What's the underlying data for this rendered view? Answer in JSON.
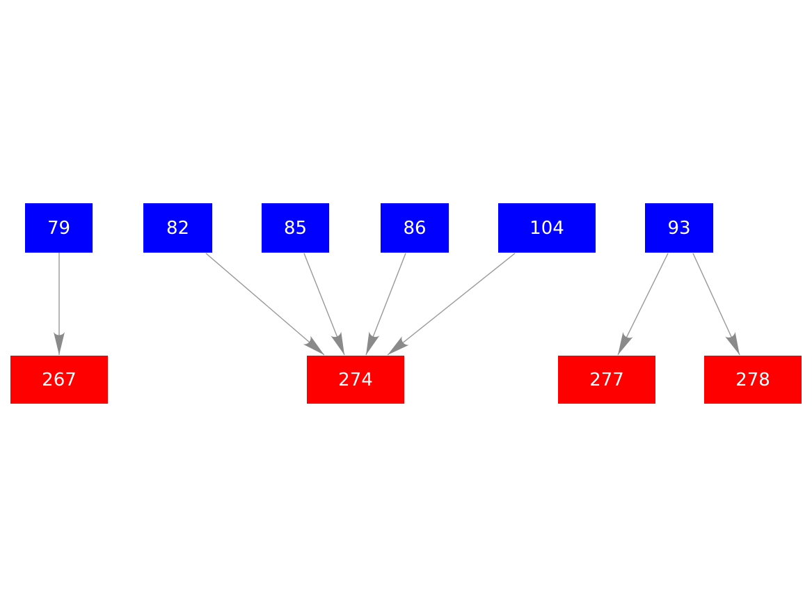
{
  "colors": {
    "background": "#ffffff",
    "source_node": "#0000ff",
    "target_node": "#ff0000",
    "node_text": "#ffffff",
    "edge_line": "#999999",
    "edge_head": "#8a8a8a"
  },
  "graph": {
    "type": "directed-bipartite-graph",
    "nodes": [
      {
        "id": "79",
        "label": "79",
        "role": "source",
        "color": "#0000ff"
      },
      {
        "id": "82",
        "label": "82",
        "role": "source",
        "color": "#0000ff"
      },
      {
        "id": "85",
        "label": "85",
        "role": "source",
        "color": "#0000ff"
      },
      {
        "id": "86",
        "label": "86",
        "role": "source",
        "color": "#0000ff"
      },
      {
        "id": "104",
        "label": "104",
        "role": "source",
        "color": "#0000ff"
      },
      {
        "id": "93",
        "label": "93",
        "role": "source",
        "color": "#0000ff"
      },
      {
        "id": "267",
        "label": "267",
        "role": "target",
        "color": "#ff0000"
      },
      {
        "id": "274",
        "label": "274",
        "role": "target",
        "color": "#ff0000"
      },
      {
        "id": "277",
        "label": "277",
        "role": "target",
        "color": "#ff0000"
      },
      {
        "id": "278",
        "label": "278",
        "role": "target",
        "color": "#ff0000"
      }
    ],
    "edges": [
      {
        "from": "79",
        "to": "267"
      },
      {
        "from": "82",
        "to": "274"
      },
      {
        "from": "85",
        "to": "274"
      },
      {
        "from": "86",
        "to": "274"
      },
      {
        "from": "104",
        "to": "274"
      },
      {
        "from": "93",
        "to": "277"
      },
      {
        "from": "93",
        "to": "278"
      }
    ]
  }
}
